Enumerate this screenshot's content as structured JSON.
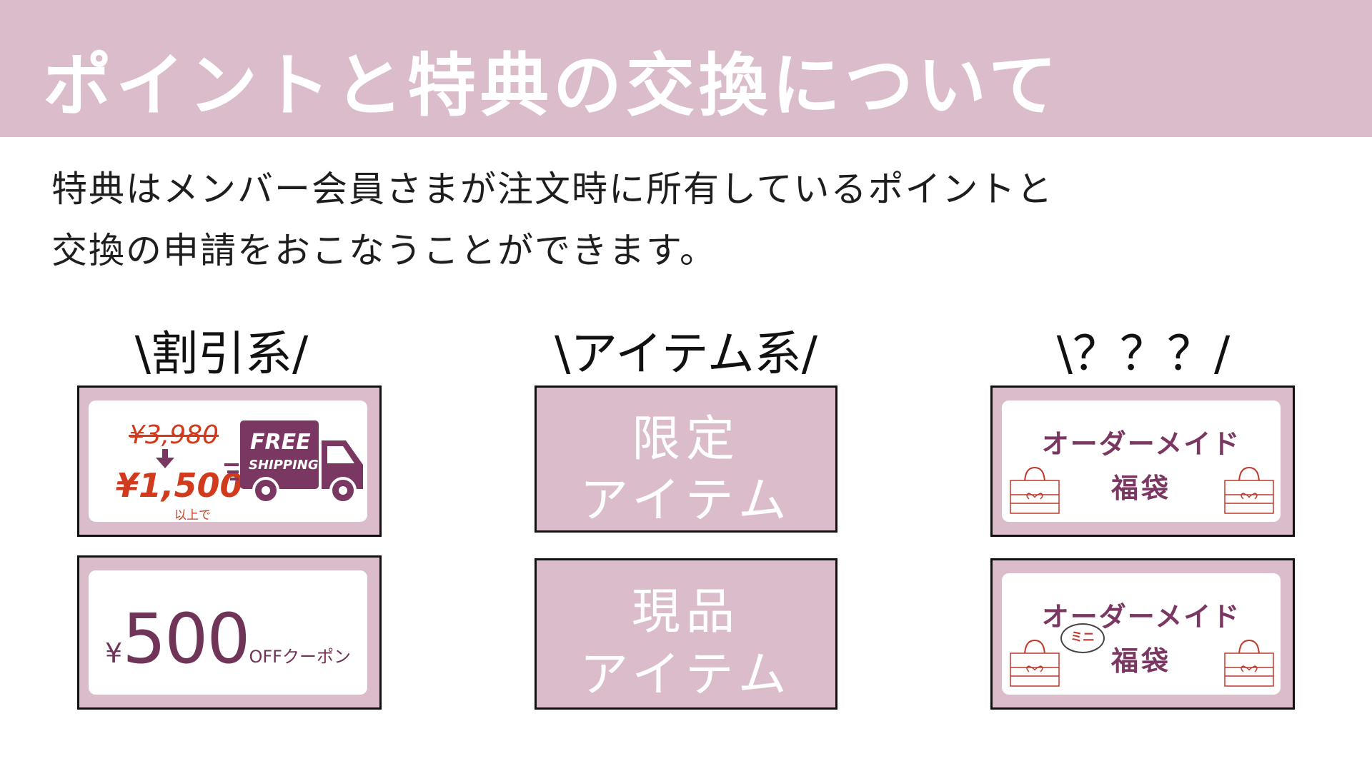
{
  "header": {
    "title": "ポイントと特典の交換について"
  },
  "intro": {
    "line1": "特典はメンバー会員さまが注文時に所有しているポイントと",
    "line2": "交換の申請をおこなうことができます。"
  },
  "columns": [
    {
      "heading": "\\割引系/"
    },
    {
      "heading": "\\アイテム系/"
    },
    {
      "heading": "\\？？？/"
    }
  ],
  "discount": {
    "shipping": {
      "old_price": "¥3,980",
      "new_price": "¥1,500",
      "note": "以上で",
      "truck_line1": "FREE",
      "truck_line2": "SHIPPING"
    },
    "coupon": {
      "yen": "¥",
      "amount": "500",
      "label": "OFFクーポン"
    }
  },
  "items": {
    "limited": {
      "line1": "限定",
      "line2": "アイテム"
    },
    "instock": {
      "line1": "現品",
      "line2": "アイテム"
    }
  },
  "mystery": {
    "bag1": {
      "title": "オーダーメイド",
      "sub": "福袋"
    },
    "bag2": {
      "title": "オーダーメイド",
      "sub": "福袋",
      "badge": "ミニ"
    }
  },
  "colors": {
    "banner": "#dbbccb",
    "accent_plum": "#7a3761",
    "price_red": "#d23a1e"
  }
}
